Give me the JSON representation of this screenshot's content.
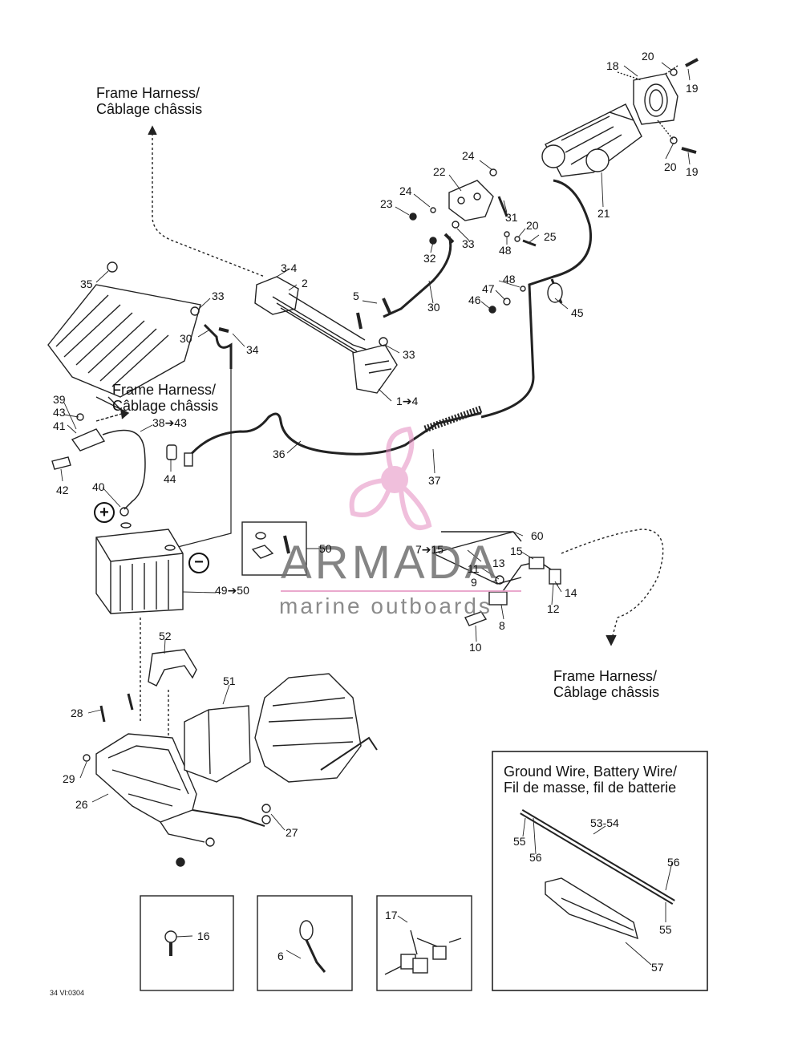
{
  "captions": {
    "frame_harness_1": [
      "Frame Harness/",
      "Câblage châssis"
    ],
    "frame_harness_2": [
      "Frame Harness/",
      "Câblage châssis"
    ],
    "frame_harness_3": [
      "Frame Harness/",
      "Câblage châssis"
    ],
    "ground_wire_box": [
      "Ground Wire, Battery Wire/",
      "Fil de masse, fil de batterie"
    ]
  },
  "callouts": {
    "c1": "20",
    "c2": "18",
    "c3": "19",
    "c4": "20",
    "c5": "19",
    "c6": "24",
    "c7": "22",
    "c8": "24",
    "c9": "23",
    "c10": "21",
    "c11": "31",
    "c12": "20",
    "c13": "33",
    "c14": "25",
    "c15": "48",
    "c16": "32",
    "c17": "3-4",
    "c18": "2",
    "c19": "35",
    "c20": "33",
    "c21": "5",
    "c22": "30",
    "c23": "48",
    "c24": "47",
    "c25": "46",
    "c26": "45",
    "c27": "30",
    "c28": "34",
    "c29": "33",
    "c30": "1➔4",
    "c31": "39",
    "c32": "43",
    "c33": "41",
    "c34": "38➔43",
    "c35": "44",
    "c36": "36",
    "c37": "37",
    "c38": "42",
    "c39": "40",
    "c40": "50",
    "c41": "60",
    "c42": "7➔15",
    "c43": "15",
    "c44": "13",
    "c45": "11",
    "c46": "9",
    "c47": "14",
    "c48": "12",
    "c49": "8",
    "c50": "10",
    "c51": "49➔50",
    "c52": "52",
    "c53": "51",
    "c54": "28",
    "c55": "26",
    "c56": "29",
    "c57": "27",
    "c58": "53-54",
    "c59": "55",
    "c60": "56",
    "c61": "56",
    "c62": "55",
    "c63": "57",
    "c64": "16",
    "c65": "6",
    "c66": "17"
  },
  "symbols": {
    "plus": "+",
    "minus": "−"
  },
  "footer_code": "34 Vl:0304",
  "watermark": {
    "name": "ARMADA",
    "tagline": "marine outboards",
    "color": "#e8a0c8"
  }
}
